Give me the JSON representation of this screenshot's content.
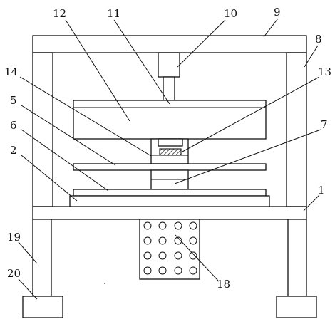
{
  "labels": {
    "l1": "1",
    "l2": "2",
    "l5": "5",
    "l6": "6",
    "l7": "7",
    "l8": "8",
    "l9": "9",
    "l10": "10",
    "l11": "11",
    "l12": "12",
    "l13": "13",
    "l14": "14",
    "l18": "18",
    "l19": "19",
    "l20": "20"
  }
}
